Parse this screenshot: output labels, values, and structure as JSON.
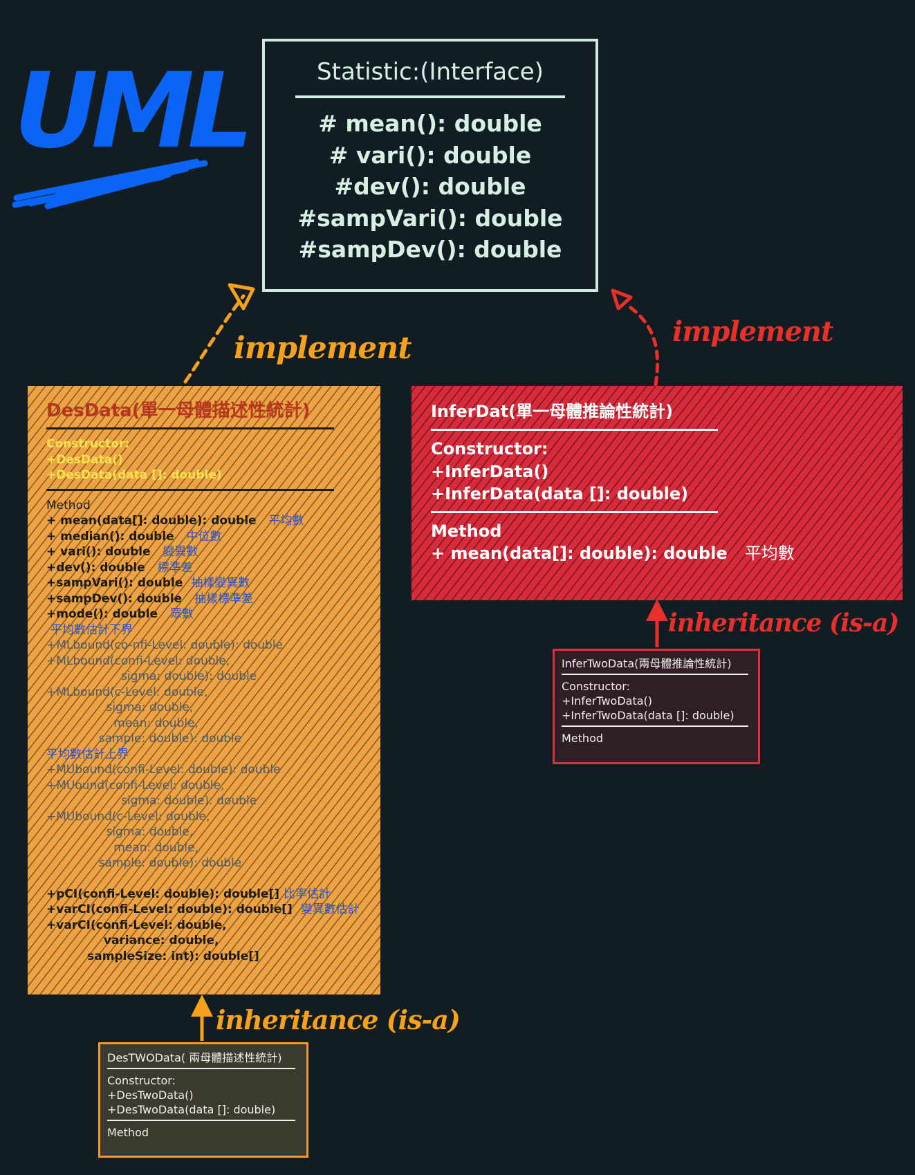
{
  "logo": {
    "text": "UML",
    "color": "#0a64f5"
  },
  "statistic": {
    "title": "Statistic:(Interface)",
    "methods": [
      "# mean(): double",
      "# vari(): double",
      "#dev(): double",
      "#sampVari(): double",
      "#sampDev(): double"
    ]
  },
  "arrows": {
    "implement_left": "implement",
    "implement_right": "implement",
    "inheritance_left": "inheritance (is-a)",
    "inheritance_right": "inheritance (is-a)"
  },
  "desdata": {
    "title": "DesData(單一母體描述性統計)",
    "constructor_label": "Constructor:",
    "constructors": [
      "+DesData()",
      "+DesData(data []: double)"
    ],
    "method_label": "Method",
    "methods": [
      {
        "sig": "+ mean(data[]: double): double",
        "note": "平均數"
      },
      {
        "sig": "+ median(): double",
        "note": "中位數"
      },
      {
        "sig": "+ vari(): double",
        "note": "變異數"
      },
      {
        "sig": "+dev(): double",
        "note": "標準差"
      },
      {
        "sig": "+sampVari(): double",
        "note": "抽樣變異數"
      },
      {
        "sig": "+sampDev(): double",
        "note": "抽樣標準差"
      },
      {
        "sig": "+mode(): double",
        "note": "眾數"
      }
    ],
    "lower_label": "平均數估計下界",
    "lower_methods": [
      "+MLbound(co-nfi-Level: double): double",
      "+MLbound(confi-Level: double,",
      "                    sigma: double): double",
      "+MLbound(c-Level: double,",
      "                sigma: double,",
      "                  mean: double,",
      "              sample: double): double"
    ],
    "upper_label": "平均數估計上界",
    "upper_methods": [
      "+MUbound(confi-Level: double): double",
      "+MUound(confi-Level: double,",
      "                    sigma: double): double",
      "+MUbound(c-Level: double,",
      "                sigma: double,",
      "                  mean: double,",
      "              sample: double): double"
    ],
    "ci_methods": [
      {
        "sig": "+pCI(confi-Level: double): double[]",
        "note": "比率估計"
      },
      {
        "sig": "+varCI(confi-Level: double): double[]",
        "note": "變異數估計"
      },
      {
        "sig": "+varCI(confi-Level: double,",
        "note": ""
      },
      {
        "sig": "              variance: double,",
        "note": ""
      },
      {
        "sig": "          sampleSize: int): double[]",
        "note": ""
      }
    ]
  },
  "inferdat": {
    "title": "InferDat(單一母體推論性統計)",
    "constructor_label": "Constructor:",
    "constructors": [
      "+InferData()",
      "+InferData(data []: double)"
    ],
    "method_label": "Method",
    "method": {
      "sig": "+ mean(data[]: double): double",
      "note": "平均數"
    }
  },
  "infertwodata": {
    "title": "InferTwoData(兩母體推論性統計)",
    "constructor_label": "Constructor:",
    "constructors": [
      "+InferTwoData()",
      "+InferTwoData(data []: double)"
    ],
    "method_label": "Method"
  },
  "destwodata": {
    "title": "DesTWOData( 兩母體描述性統計)",
    "constructor_label": "Constructor:",
    "constructors": [
      "+DesTwoData()",
      "+DesTwoData(data []: double)"
    ],
    "method_label": "Method"
  },
  "colors": {
    "background": "#111d23",
    "interface": "#cfe9dc",
    "desdata": "#eda244",
    "inferdat": "#d72a3a",
    "implement_left": "#f5a11c",
    "implement_right": "#e8302b"
  }
}
